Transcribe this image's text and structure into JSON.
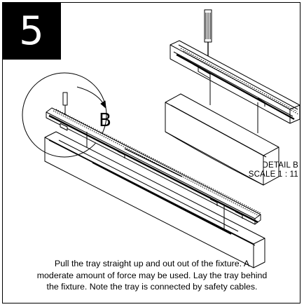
{
  "step": {
    "number": "5"
  },
  "callout": {
    "letter": "B"
  },
  "detail": {
    "line1": "DETAIL B",
    "line2": "SCALE 1 : 11"
  },
  "instructions": {
    "line1": "Pull the tray straight up and out out of the fixture. A",
    "line2": "moderate amount of force may be used. Lay the tray behind",
    "line3": "the fixture. Note the tray is connected by safety cables."
  },
  "colors": {
    "ink": "#000000",
    "paper": "#ffffff",
    "badge": "#000000"
  }
}
